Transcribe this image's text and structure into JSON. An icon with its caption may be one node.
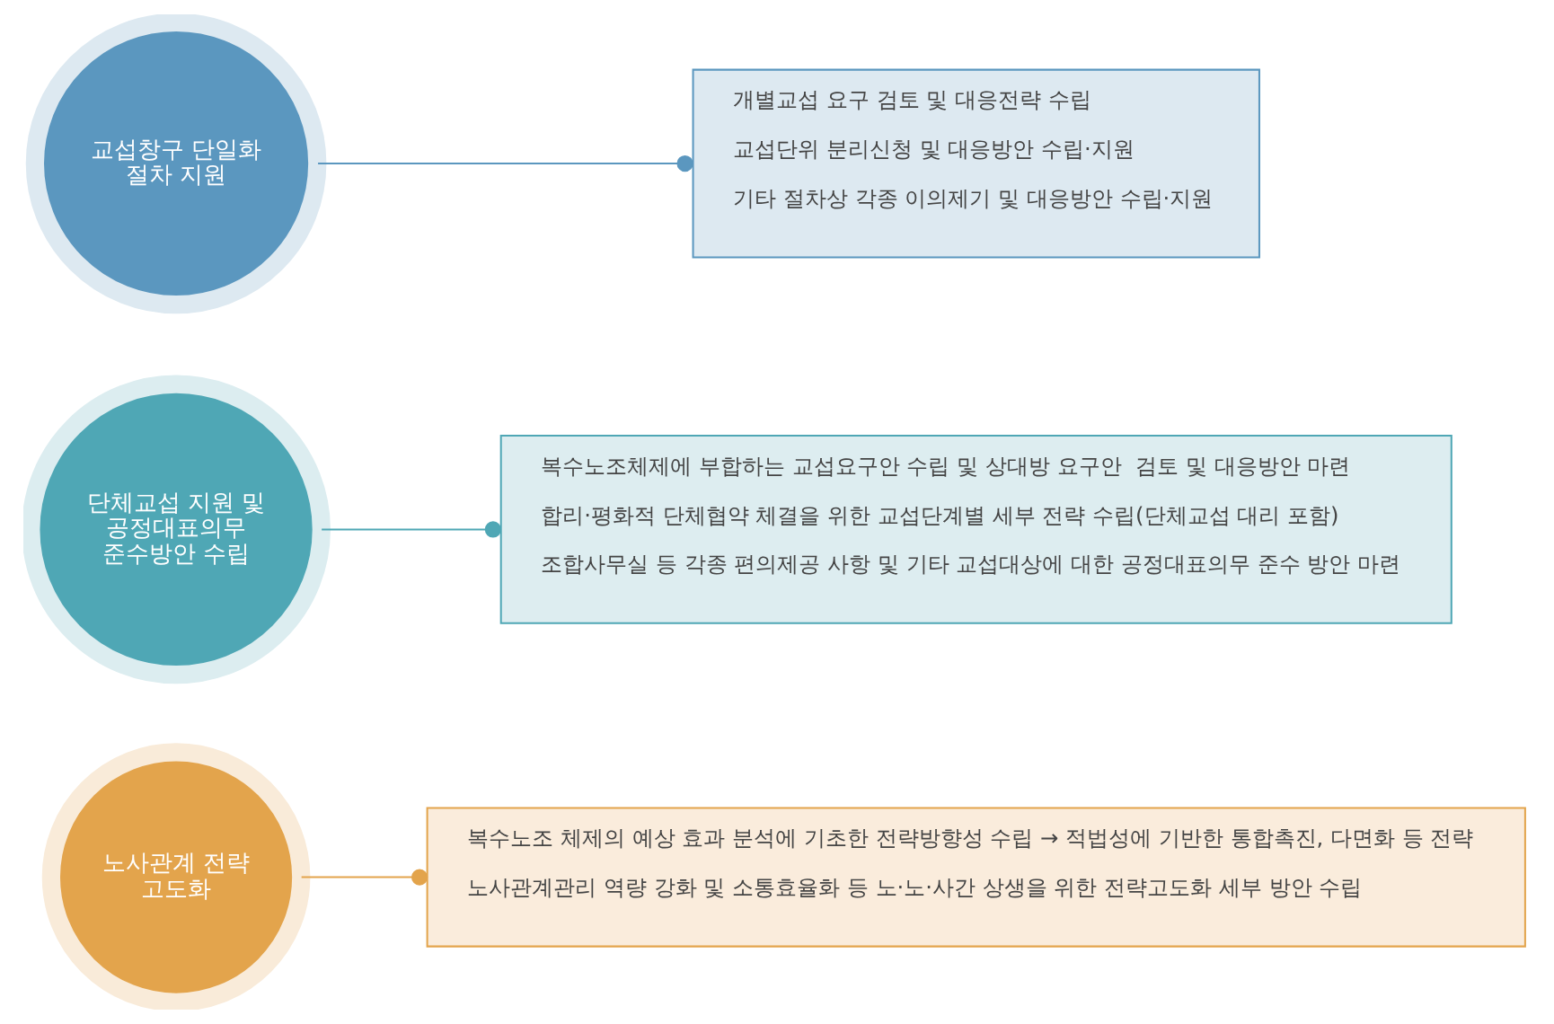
{
  "diagram": {
    "nodes": [
      {
        "text": [
          "교섭창구 단일화 절차 지원"
        ]
      },
      {
        "text": [
          "개별교섭 요구 검토 및 대응전략 수립",
          "교섭단위 분리신청 및 대응방안 수립·지원",
          "기타 절차상 각종 이의제기 및 대응방안 수립·지원"
        ]
      },
      {
        "text": [
          "단체교섭 지원 및 공정대표의무 준수방안 수립"
        ]
      },
      {
        "text": [
          "복수노조체제에 부합하는 교섭요구안 수립 및 상대방 요구안  검토 및 대응방안 마련",
          "합리·평화적 단체협약 체결을 위한 교섭단계별 세부 전략 수립(단체교섭 대리 포함)",
          "조합사무실 등 각종 편의제공 사항 및 기타 교섭대상에 대한 공정대표의무 준수 방안 마련"
        ]
      },
      {
        "text": [
          "노사관계 전략 고도화"
        ]
      },
      {
        "text": [
          "복수노조 체제의 예상 효과 분석에 기초한 전략방향성 수립 → 적법성에 기반한 통합촉진, 다면화 등 전략",
          "노사관계관리 역량 강화 및 소통효율화 등 노·노·사간 상생을 위한 전략고도화 세부 방안 수립"
        ]
      }
    ],
    "edges": [
      {
        "from": 0,
        "to": 1,
        "arrow": "other",
        "color": "#5b97bf"
      },
      {
        "from": 2,
        "to": 3,
        "arrow": "other",
        "color": "#4fa7b5"
      },
      {
        "from": 4,
        "to": 5,
        "arrow": "other",
        "color": "#e3a44c"
      }
    ]
  }
}
